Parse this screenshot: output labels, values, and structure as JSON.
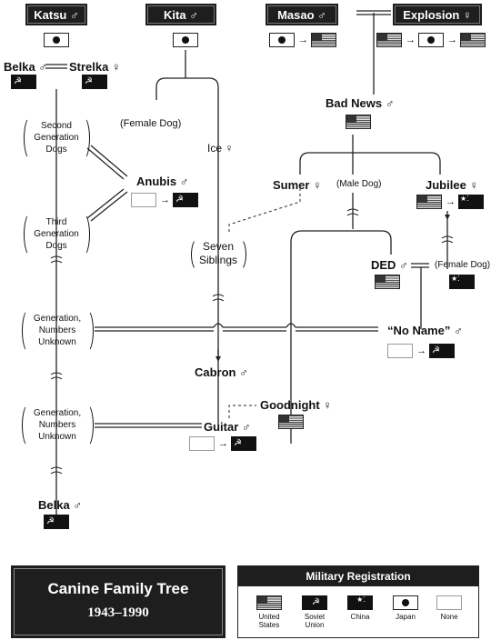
{
  "founders": {
    "katsu": "Katsu ♂",
    "kita": "Kita ♂",
    "masao": "Masao ♂",
    "explosion": "Explosion ♀"
  },
  "dogs": {
    "belka_top": "Belka ♂",
    "strelka": "Strelka ♀",
    "female_dog_1": "(Female Dog)",
    "ice": "Ice ♀",
    "anubis": "Anubis ♂",
    "bad_news": "Bad News ♂",
    "sumer": "Sumer ♀",
    "male_dog": "(Male Dog)",
    "jubilee": "Jubilee ♀",
    "seven_siblings": "Seven\nSiblings",
    "ded": "DED ♂",
    "female_dog_2": "(Female Dog)",
    "no_name": "“No Name” ♂",
    "cabron": "Cabron ♂",
    "goodnight": "Goodnight ♀",
    "guitar": "Guitar ♂",
    "belka_bottom": "Belka ♂"
  },
  "generations": {
    "second": "Second\nGeneration\nDogs",
    "third": "Third\nGeneration\nDogs",
    "unknown_1": "Generation,\nNumbers\nUnknown",
    "unknown_2": "Generation,\nNumbers\nUnknown"
  },
  "flag_symbols": {
    "soviet": "☭",
    "china": "★⁚",
    "arrow": "→"
  },
  "title_plate": {
    "title": "Canine Family Tree",
    "years": "1943–1990"
  },
  "legend": {
    "heading": "Military Registration",
    "items": [
      {
        "icon": "us-flag-icon",
        "label": "United\nStates"
      },
      {
        "icon": "soviet-flag-icon",
        "label": "Soviet\nUnion"
      },
      {
        "icon": "china-flag-icon",
        "label": "China"
      },
      {
        "icon": "japan-flag-icon",
        "label": "Japan"
      },
      {
        "icon": "none-flag-icon",
        "label": "None"
      }
    ]
  }
}
